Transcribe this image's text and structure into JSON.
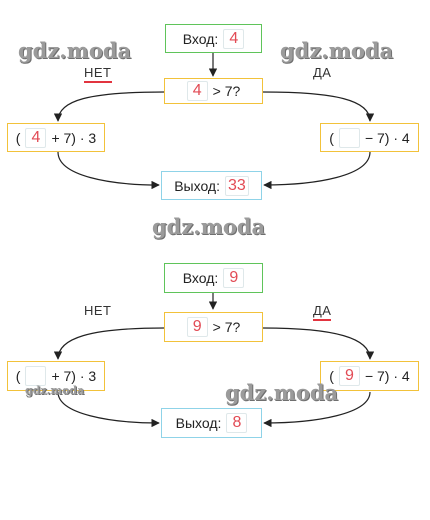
{
  "watermark": "gdz.moda",
  "diagram1": {
    "input_label": "Вход:",
    "input_value": "4",
    "cond_value": "4",
    "cond_text": "> 7?",
    "no_label": "НЕТ",
    "yes_label": "ДА",
    "left_open": "(",
    "left_value": "4",
    "left_rest": "+ 7) · 3",
    "right_open": "(",
    "right_value": "",
    "right_rest": "− 7) · 4",
    "output_label": "Выход:",
    "output_value": "33"
  },
  "diagram2": {
    "input_label": "Вход:",
    "input_value": "9",
    "cond_value": "9",
    "cond_text": "> 7?",
    "no_label": "НЕТ",
    "yes_label": "ДА",
    "left_open": "(",
    "left_value": "",
    "left_rest": "+ 7) · 3",
    "right_open": "(",
    "right_value": "9",
    "right_rest": "− 7) · 4",
    "output_label": "Выход:",
    "output_value": "8"
  },
  "colors": {
    "input_border": "#5fc45a",
    "condition_border": "#f2c23a",
    "output_border": "#8fd3e8",
    "answer_digit": "#e24b55",
    "underline": "#e2343f"
  }
}
